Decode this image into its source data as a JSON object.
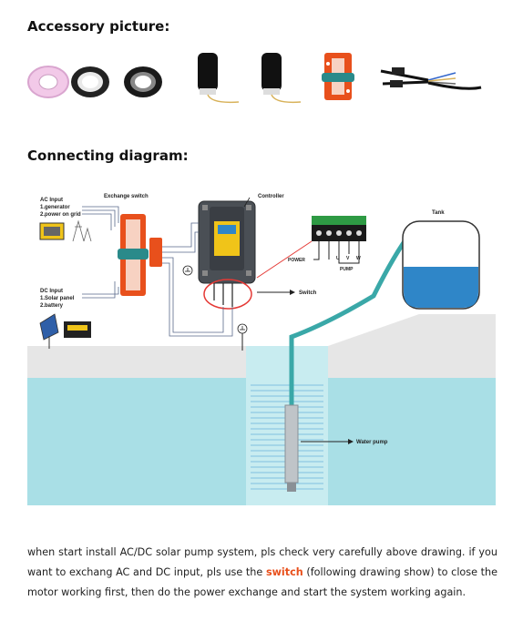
{
  "accessory_heading": "Accessory picture:",
  "diagram_heading": "Connecting diagram:",
  "accessories": [
    {
      "icon": "ptfe-tape-icon"
    },
    {
      "icon": "white-tape-icon"
    },
    {
      "icon": "black-tape-icon"
    },
    {
      "icon": "capacitor-icon"
    },
    {
      "icon": "capacitor-icon"
    },
    {
      "icon": "switch-connector-icon"
    },
    {
      "icon": "solar-cable-icon"
    }
  ],
  "diagram": {
    "ac_input_label": "AC Input",
    "ac_input_1": "1.generator",
    "ac_input_2": "2.power on grid",
    "exchange_switch_label": "Exchange switch",
    "controller_label": "Controller",
    "tank_label": "Tank",
    "dc_input_label": "DC Input",
    "dc_input_1": "1.Solar panel",
    "dc_input_2": "2.battery",
    "power_label": "POWER",
    "u_label": "U",
    "v_label": "V",
    "w_label": "W",
    "pump_label": "PUMP",
    "switch_label": "Switch",
    "water_pump_label": "Water pump",
    "colors": {
      "water": "#a9dfe6",
      "ground": "#e6e6e6",
      "tank_water": "#2f86c8",
      "pipe": "#3aa8a8",
      "switch_red": "#e8501c",
      "terminal_green": "#2e9a44"
    }
  },
  "description": {
    "part1": "when start install AC/DC solar pump system, pls check very carefully above drawing. if you want to exchang AC and DC input, pls use the ",
    "highlight": "switch",
    "part2": " (following drawing show) to close the motor working first, then do the power exchange and start the system working again."
  }
}
